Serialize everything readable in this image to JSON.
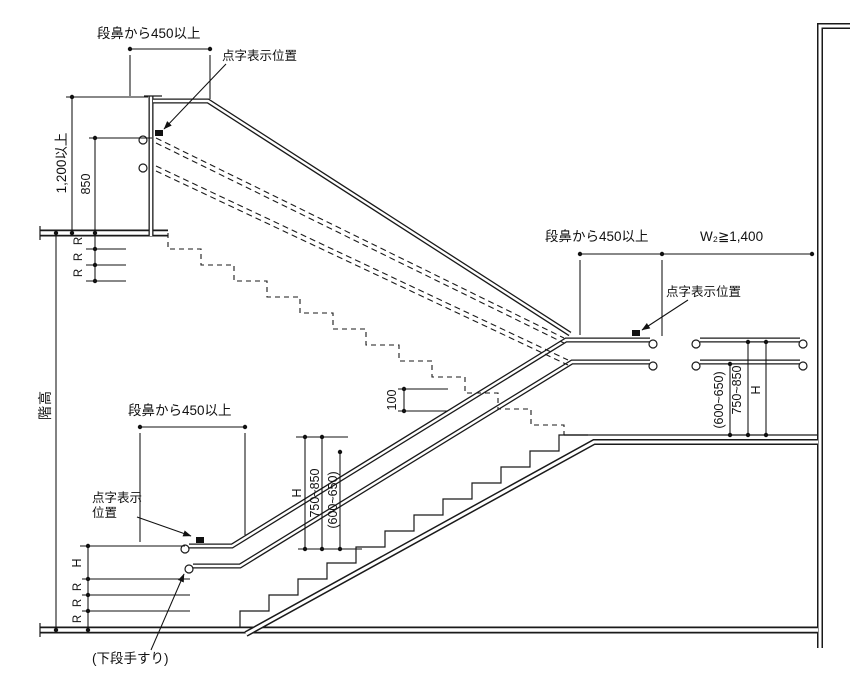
{
  "labels": {
    "nosing_450": "段鼻から450以上",
    "braille_position": "点字表示位置",
    "braille_position_line1": "点字表示",
    "braille_position_line2": "位置",
    "min_1200": "1,200以上",
    "dim_850": "850",
    "riser": "R",
    "floor_height": "階高",
    "rail_height": "H",
    "range_750_850": "750~850",
    "range_600_650": "(600~650)",
    "dim_100": "100",
    "w2_min_1400": "W₂≧1,400",
    "lower_handrail": "(下段手すり)"
  },
  "colors": {
    "line": "#1a1a1a",
    "background": "#ffffff"
  }
}
